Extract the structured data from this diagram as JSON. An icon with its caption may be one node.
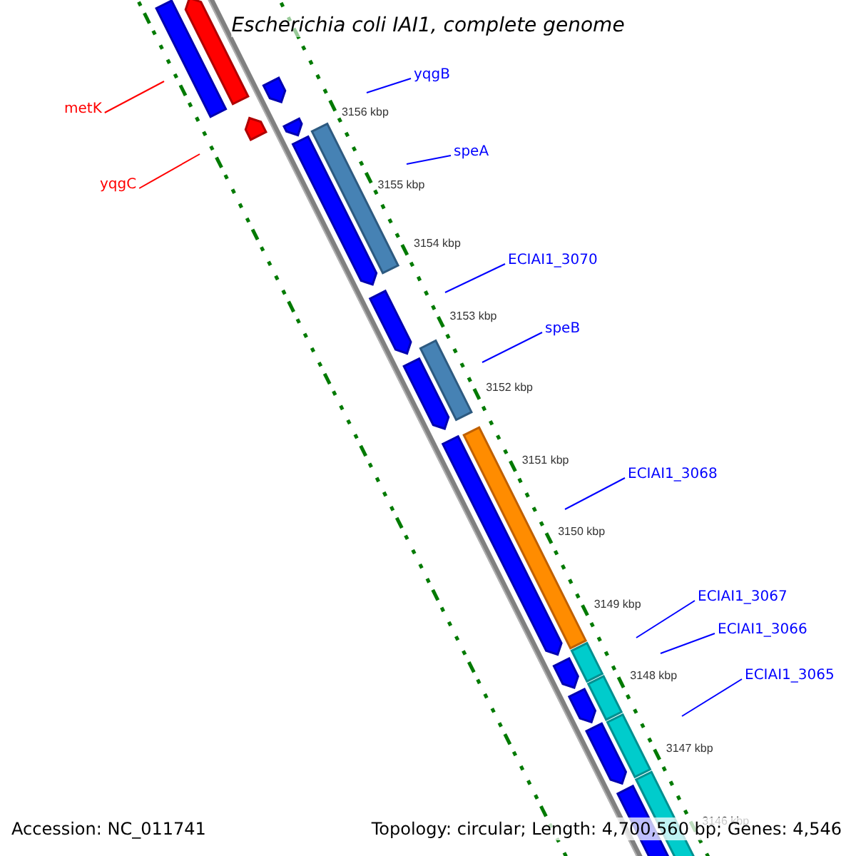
{
  "diagram": {
    "title": "Escherichia coli IAI1, complete genome",
    "nodes": [
      {
        "text": [
          "metK"
        ]
      },
      {
        "text": [
          "yqgC"
        ]
      },
      {
        "text": [
          "yqgB"
        ]
      },
      {
        "text": [
          "speA"
        ]
      },
      {
        "text": [
          "ECIAI1_3070"
        ]
      },
      {
        "text": [
          "speB"
        ]
      },
      {
        "text": [
          "ECIAI1_3068"
        ]
      },
      {
        "text": [
          "ECIAI1_3067"
        ]
      },
      {
        "text": [
          "ECIAI1_3066"
        ]
      },
      {
        "text": [
          "ECIAI1_3065"
        ]
      }
    ],
    "edges": [
      {
        "from": 0,
        "to": null,
        "arrow": "none",
        "color": "#ff0000"
      },
      {
        "from": 1,
        "to": null,
        "arrow": "none",
        "color": "#ff0000"
      },
      {
        "from": 2,
        "to": null,
        "arrow": "none"
      },
      {
        "from": 3,
        "to": null,
        "arrow": "none"
      },
      {
        "from": 4,
        "to": null,
        "arrow": "none"
      },
      {
        "from": 5,
        "to": null,
        "arrow": "none"
      },
      {
        "from": 6,
        "to": null,
        "arrow": "none"
      },
      {
        "from": 7,
        "to": null,
        "arrow": "none"
      },
      {
        "from": 8,
        "to": null,
        "arrow": "none"
      },
      {
        "from": 9,
        "to": null,
        "arrow": "none"
      }
    ],
    "labels": [
      "3156 kbp",
      "3155 kbp",
      "3154 kbp",
      "3153 kbp",
      "3152 kbp",
      "3151 kbp",
      "3150 kbp",
      "3149 kbp",
      "3148 kbp",
      "3147 kbp",
      "3146 kbp",
      "Accession: NC_011741",
      "Topology: circular; Length: 4,700,560 bp; Genes: 4,546"
    ]
  }
}
